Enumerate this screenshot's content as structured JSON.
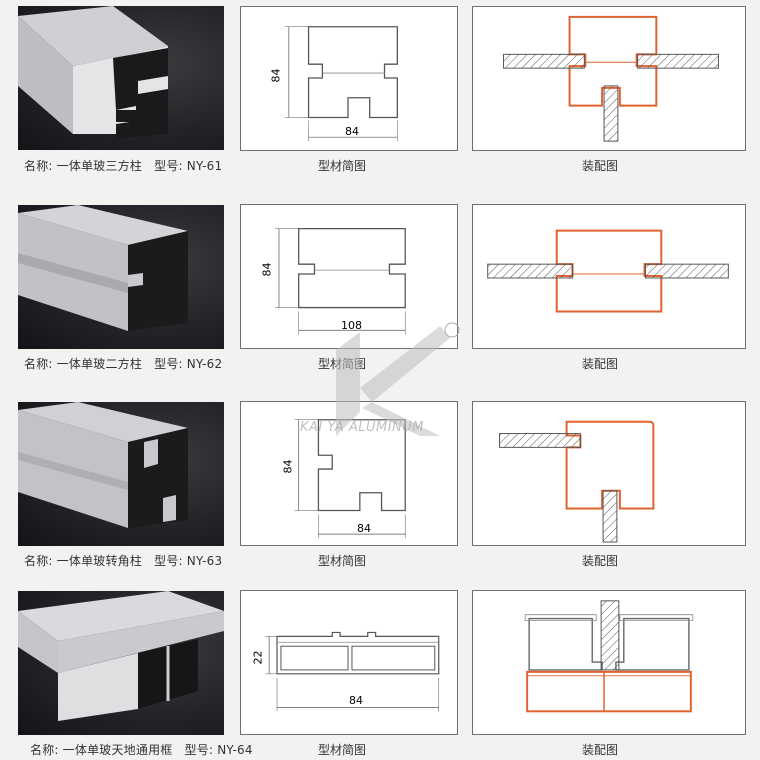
{
  "rows": [
    {
      "name_label": "名称:",
      "name": "一体单玻三方柱",
      "model_label": "型号:",
      "model": "NY-61",
      "profile_caption": "型材简图",
      "assembly_caption": "装配图",
      "dim_height": "84",
      "dim_width": "84"
    },
    {
      "name_label": "名称:",
      "name": "一体单玻二方柱",
      "model_label": "型号:",
      "model": "NY-62",
      "profile_caption": "型材简图",
      "assembly_caption": "装配图",
      "dim_height": "84",
      "dim_width": "108"
    },
    {
      "name_label": "名称:",
      "name": "一体单玻转角柱",
      "model_label": "型号:",
      "model": "NY-63",
      "profile_caption": "型材简图",
      "assembly_caption": "装配图",
      "dim_height": "84",
      "dim_width": "84"
    },
    {
      "name_label": "名称:",
      "name": "一体单玻天地通用框",
      "model_label": "型号:",
      "model": "NY-64",
      "profile_caption": "型材简图",
      "assembly_caption": "装配图",
      "dim_height": "22",
      "dim_width": "84"
    }
  ],
  "watermark": {
    "text": "KAI YA ALUMINUM",
    "registered": "®"
  },
  "colors": {
    "profile_line": "#555555",
    "assembly_orange": "#e0622e",
    "glass_hatch": "#555555"
  }
}
